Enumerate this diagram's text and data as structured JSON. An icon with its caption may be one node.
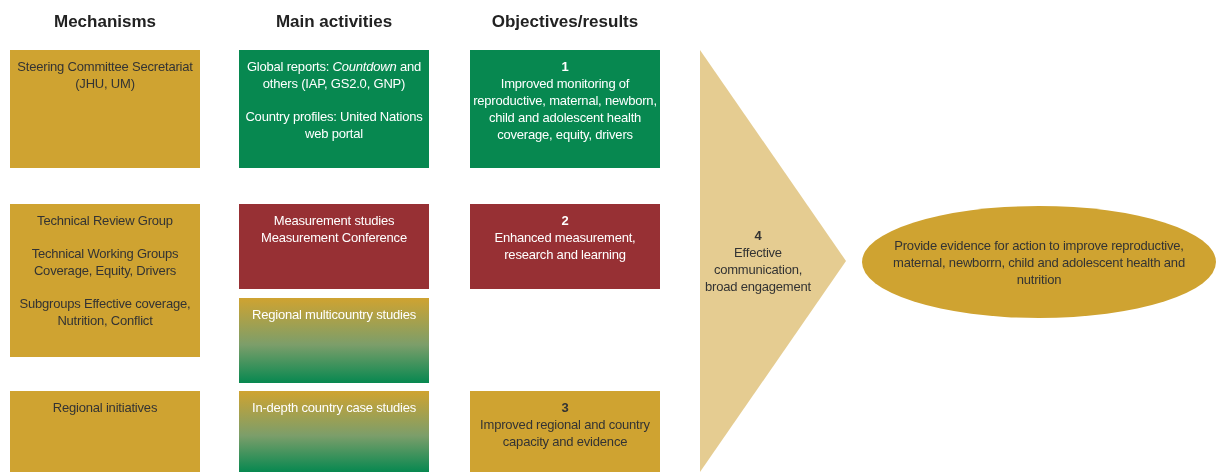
{
  "diagram": {
    "nodes": [
      {
        "text": [
          "Steering Committee Secretariat (JHU, UM)"
        ]
      },
      {
        "text": [
          "Global reports: *Countdown* and others (IAP, GS2.0, GNP)",
          "Country profiles: United Nations web portal"
        ]
      },
      {
        "text": [
          "1",
          "Improved monitoring of reproductive, maternal, newborn, child and adolescent health coverage, equity, drivers"
        ]
      },
      {
        "text": [
          "Technical Review Group",
          "Technical Working Groups Coverage, Equity, Drivers",
          "Subgroups Effective coverage, Nutrition, Conflict"
        ]
      },
      {
        "text": [
          "Measurement studies Measurement Conference"
        ]
      },
      {
        "text": [
          "2",
          "Enhanced measurement, research and learning"
        ]
      },
      {
        "text": [
          "Regional multicountry studies"
        ]
      },
      {
        "text": [
          "Regional initiatives"
        ]
      },
      {
        "text": [
          "In-depth country case studies"
        ]
      },
      {
        "text": [
          "3",
          "Improved regional and country capacity and evidence"
        ]
      },
      {
        "text": [
          "4",
          "Effective communication, broad engagement"
        ]
      },
      {
        "text": [
          "Provide evidence for action to improve reproductive, maternal, newborrn, child and adolescent health and nutrition"
        ]
      }
    ],
    "labels": [
      "Mechanisms",
      "Main activities",
      "Objectives/results"
    ]
  }
}
